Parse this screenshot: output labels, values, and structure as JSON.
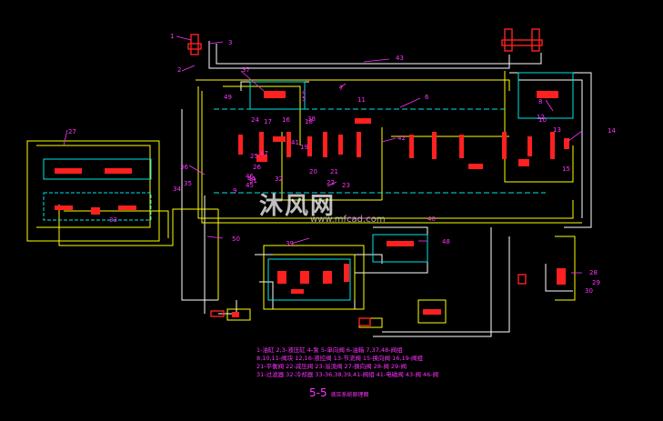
{
  "diagram": {
    "title": "5-5",
    "title_suffix": "液压系统原理图",
    "callouts": [
      "1",
      "2",
      "3",
      "4",
      "5",
      "6",
      "7",
      "8",
      "9",
      "10",
      "11",
      "12",
      "13",
      "14",
      "15",
      "16",
      "17",
      "18",
      "19",
      "20",
      "21",
      "22",
      "23",
      "24",
      "25",
      "26",
      "27",
      "28",
      "29",
      "30",
      "31",
      "32",
      "33",
      "34",
      "35",
      "36",
      "37",
      "38",
      "39",
      "40",
      "41",
      "42",
      "43",
      "44",
      "45",
      "46",
      "47",
      "48",
      "49",
      "50"
    ],
    "legend_lines": [
      "1-油缸  2,3-液压缸  4-泵  5-单向阀  6-油箱  7,37,48-阀组",
      "8,10,11-阀块  12,16-液控阀  13-节流阀  15-换向阀  16,19-阀组",
      "21-平衡阀  22-减压阀  23-溢流阀  27-换向阀  28-阀  29-阀",
      "31-过滤器  32-冷却器  33-36,38,39,41-阀组  41-电磁阀  43-阀  46-阀"
    ]
  },
  "watermark": {
    "text": "沐风网",
    "url": "www.mfcad.com"
  },
  "colors": {
    "background": "#000000",
    "line_yellow": "#ffff00",
    "line_white": "#ffffff",
    "line_cyan": "#00e5e5",
    "component_red": "#ff1a1a",
    "label_magenta": "#ff33ff"
  }
}
